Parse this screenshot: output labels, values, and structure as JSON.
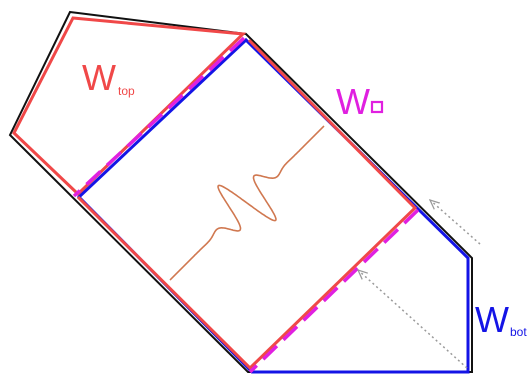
{
  "labels": {
    "top": {
      "main": "W",
      "sub": "top"
    },
    "square": {
      "main": "W"
    },
    "bottom": {
      "main": "W",
      "sub": "bot"
    }
  },
  "colors": {
    "outline": "#111111",
    "top_region": "#f04848",
    "square_region": "#e020e0",
    "bottom_region": "#1414e6",
    "wave": "#d07850",
    "arrow": "#9a9a9a"
  }
}
